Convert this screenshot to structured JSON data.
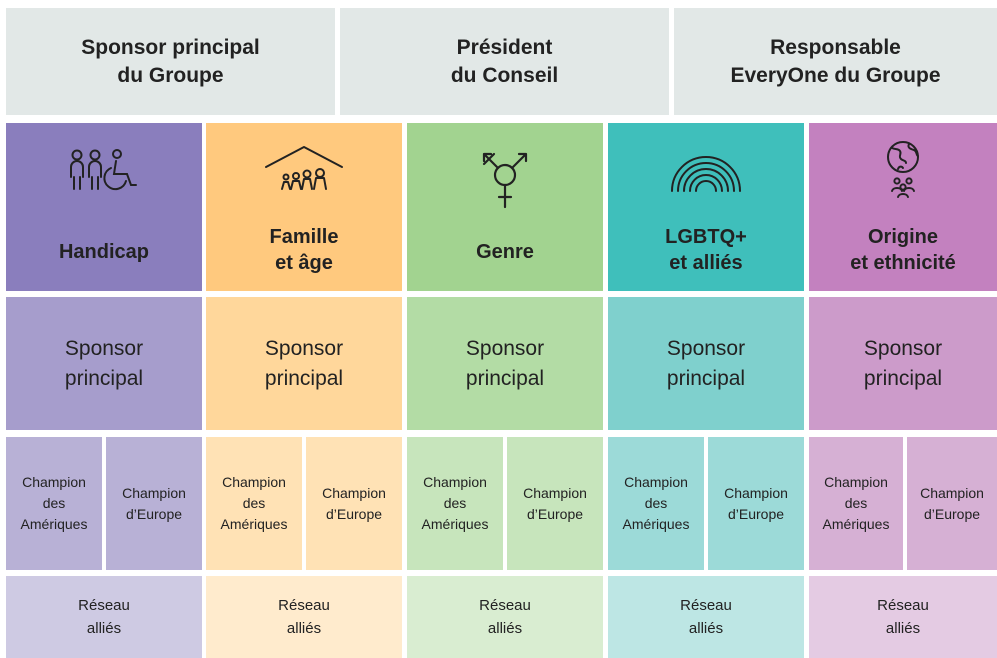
{
  "top_row": [
    {
      "label": "Sponsor principal\ndu Groupe"
    },
    {
      "label": "Président\ndu Conseil"
    },
    {
      "label": "Responsable\nEveryOne du Groupe"
    }
  ],
  "groups": [
    {
      "title": "Handicap",
      "icon": "people-wheelchair-icon",
      "colors": {
        "header": "#8a7ebd",
        "sponsor": "#a69dcc",
        "champion": "#b8b1d6",
        "reseau": "#cecae3"
      },
      "sponsor": "Sponsor\nprincipal",
      "champion_americas": "Champion\ndes\nAmériques",
      "champion_europe": "Champion\nd’Europe",
      "reseau": "Réseau\nalliés"
    },
    {
      "title": "Famille\net âge",
      "icon": "family-house-icon",
      "colors": {
        "header": "#ffc97e",
        "sponsor": "#ffd79b",
        "champion": "#ffe2b5",
        "reseau": "#ffebcd"
      },
      "sponsor": "Sponsor\nprincipal",
      "champion_americas": "Champion\ndes\nAmériques",
      "champion_europe": "Champion\nd’Europe",
      "reseau": "Réseau\nalliés"
    },
    {
      "title": "Genre",
      "icon": "gender-symbol-icon",
      "colors": {
        "header": "#a2d390",
        "sponsor": "#b3dca5",
        "champion": "#c7e5bc",
        "reseau": "#d9edd1"
      },
      "sponsor": "Sponsor\nprincipal",
      "champion_americas": "Champion\ndes\nAmériques",
      "champion_europe": "Champion\nd’Europe",
      "reseau": "Réseau\nalliés"
    },
    {
      "title": "LGBTQ+\net alliés",
      "icon": "rainbow-icon",
      "colors": {
        "header": "#3fbfbb",
        "sponsor": "#7fd0cd",
        "champion": "#9cdad8",
        "reseau": "#bde6e4"
      },
      "sponsor": "Sponsor\nprincipal",
      "champion_americas": "Champion\ndes\nAmériques",
      "champion_europe": "Champion\nd’Europe",
      "reseau": "Réseau\nalliés"
    },
    {
      "title": "Origine\net ethnicité",
      "icon": "globe-people-icon",
      "colors": {
        "header": "#c381bf",
        "sponsor": "#cc9bca",
        "champion": "#d6b0d4",
        "reseau": "#e4cbe3"
      },
      "sponsor": "Sponsor\nprincipal",
      "champion_americas": "Champion\ndes\nAmériques",
      "champion_europe": "Champion\nd’Europe",
      "reseau": "Réseau\nalliés"
    }
  ]
}
